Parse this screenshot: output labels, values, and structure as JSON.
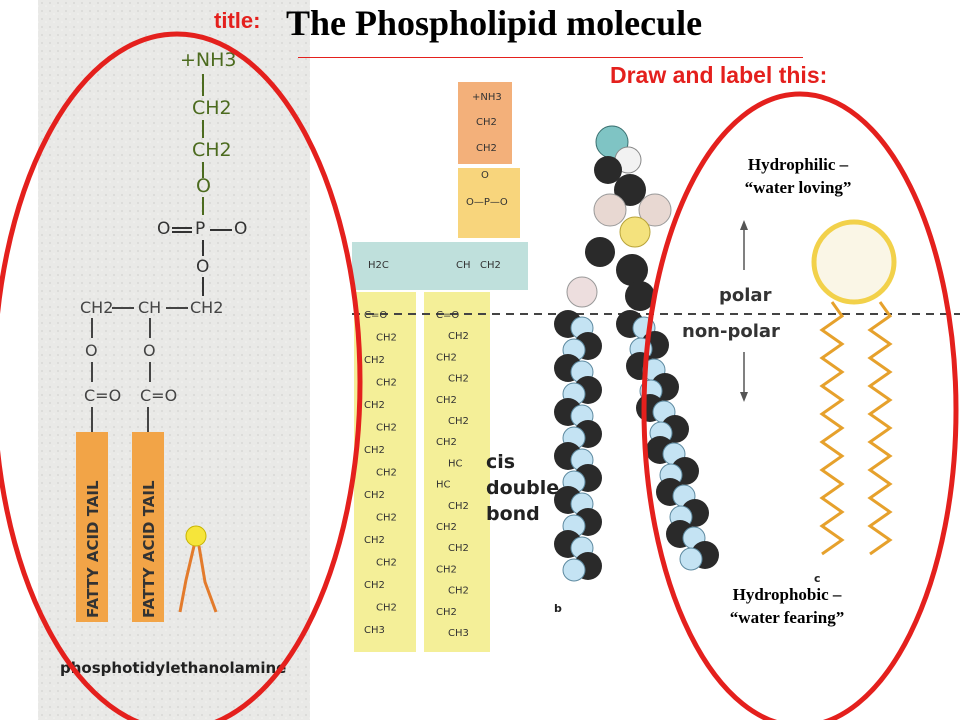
{
  "slide": {
    "title_prefix": "title:",
    "title": "The Phospholipid molecule",
    "instruction": "Draw and label this:"
  },
  "left_structure": {
    "head_groups": [
      "+NH3",
      "CH2",
      "CH2",
      "O"
    ],
    "phosphate": {
      "left": "O",
      "center": "P",
      "right": "O",
      "bottom": "O"
    },
    "glycerol": {
      "left": "CH2",
      "middle": "CH",
      "right": "CH2"
    },
    "ester_oxygen": [
      "O",
      "O"
    ],
    "carbonyl": [
      "C=O",
      "C=O"
    ],
    "tail_labels": [
      "FATTY ACID TAIL",
      "FATTY ACID TAIL"
    ],
    "caption": "phosphotidylethanolamine"
  },
  "middle_structure": {
    "head_groups": [
      "+NH3",
      "CH2",
      "CH2",
      "O"
    ],
    "phosphate": "O—P—O",
    "glycerol": {
      "left": "H2C",
      "middle": "CH",
      "right": "CH2"
    },
    "tail_units_left": [
      "C=O",
      "CH2",
      "CH2",
      "CH2",
      "CH2",
      "CH2",
      "CH2",
      "CH2",
      "CH2",
      "CH2",
      "CH2",
      "CH2",
      "CH2",
      "CH2",
      "CH3"
    ],
    "tail_units_right": [
      "C=O",
      "CH2",
      "CH2",
      "CH2",
      "CH2",
      "CH2",
      "CH2",
      "HC",
      "HC",
      "CH2",
      "CH2",
      "CH2",
      "CH2",
      "CH2",
      "CH2",
      "CH3"
    ],
    "cis_label_lines": [
      "cis",
      "double",
      "bond"
    ],
    "panel_letter": "b"
  },
  "polarity": {
    "polar": "polar",
    "non_polar": "non-polar",
    "panel_letter": "c"
  },
  "labels": {
    "hydrophilic_line1": "Hydrophilic –",
    "hydrophilic_line2": "“water loving”",
    "hydrophobic_line1": "Hydrophobic –",
    "hydrophobic_line2": "“water fearing”"
  },
  "colors": {
    "accent_red": "#e4201d",
    "tail_orange": "#f2a447",
    "head_orange": "#f3b07a",
    "phosphate_yellow": "#f8d57c",
    "glycerol_teal": "#bfe0dc",
    "tail_yellow": "#f4ef98",
    "atom_black": "#2a2a2a",
    "atom_blue": "#c4e3f3",
    "head_circle_yellow": "#f2d14a",
    "zigzag_orange": "#e6a12c"
  }
}
